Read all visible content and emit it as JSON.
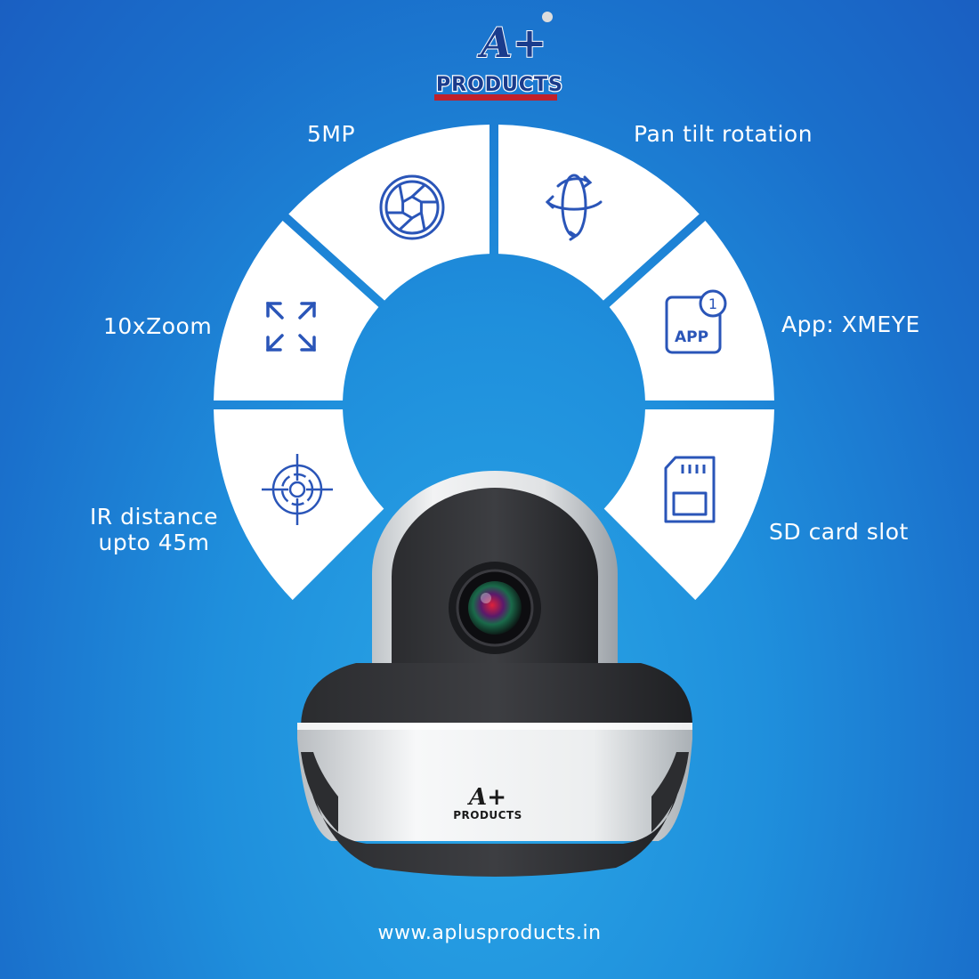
{
  "brand": {
    "logo_mark": "A+",
    "logo_name": "PRODUCTS",
    "registered_mark": "®"
  },
  "features": [
    {
      "label": "5MP",
      "icon": "aperture-icon"
    },
    {
      "label": "Pan tilt rotation",
      "icon": "rotation-icon"
    },
    {
      "label": "10xZoom",
      "icon": "expand-arrows-icon"
    },
    {
      "label": "App: XMEYE",
      "icon": "app-badge-icon",
      "icon_text": "APP",
      "badge": "1"
    },
    {
      "label_line1": "IR distance",
      "label_line2": "upto 45m",
      "icon": "target-icon"
    },
    {
      "label": "SD card slot",
      "icon": "sd-card-icon"
    }
  ],
  "camera": {
    "logo_mark": "A+",
    "logo_name": "PRODUCTS"
  },
  "footer": {
    "website": "www.aplusproducts.in"
  },
  "colors": {
    "background": "#1f8fdc",
    "panel": "#ffffff",
    "icon_stroke": "#2a55b8",
    "text": "#ffffff"
  }
}
